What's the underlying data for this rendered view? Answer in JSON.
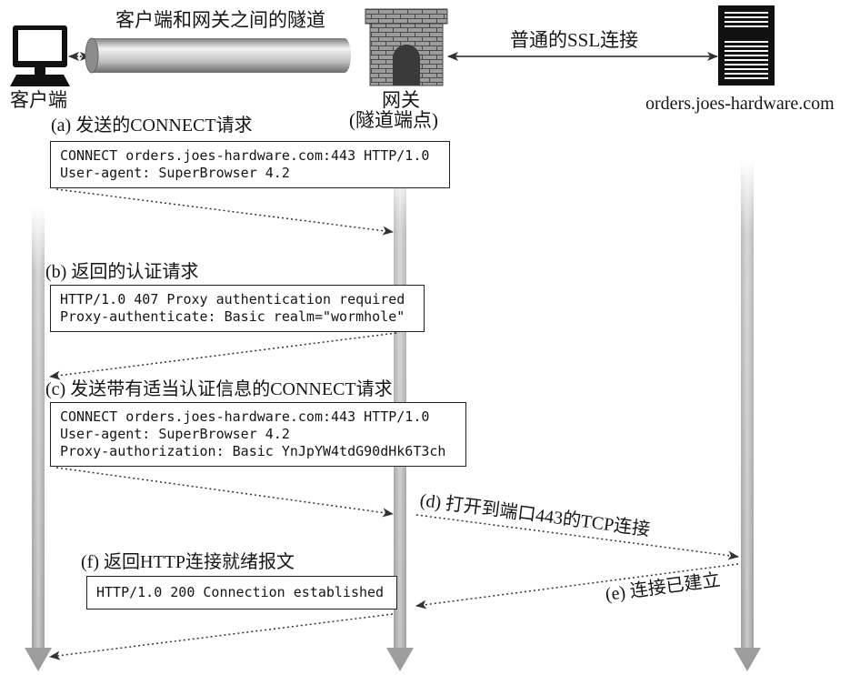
{
  "header": {
    "tunnel_label": "客户端和网关之间的隧道",
    "ssl_label": "普通的SSL连接",
    "client_label": "客户端",
    "gateway_label": "网关",
    "gateway_sublabel": "(隧道端点)",
    "server_label": "orders.joes-hardware.com"
  },
  "steps": {
    "a": {
      "label": "(a) 发送的CONNECT请求",
      "lines": [
        "CONNECT orders.joes-hardware.com:443 HTTP/1.0",
        "User-agent: SuperBrowser 4.2"
      ]
    },
    "b": {
      "label": "(b) 返回的认证请求",
      "lines": [
        "HTTP/1.0 407 Proxy authentication required",
        "Proxy-authenticate: Basic realm=\"wormhole\""
      ]
    },
    "c": {
      "label": "(c) 发送带有适当认证信息的CONNECT请求",
      "lines": [
        "CONNECT orders.joes-hardware.com:443 HTTP/1.0",
        "User-agent: SuperBrowser 4.2",
        "Proxy-authorization: Basic YnJpYW4tdG90dHk6T3ch"
      ]
    },
    "d": {
      "label": "(d) 打开到端口443的TCP连接"
    },
    "e": {
      "label": "(e) 连接已建立"
    },
    "f": {
      "label": "(f) 返回HTTP连接就绪报文",
      "lines": [
        "HTTP/1.0 200 Connection established"
      ]
    }
  },
  "colors": {
    "lifeline": "#b0b0b0",
    "arrow": "#333333",
    "tube": "#c8c8c8",
    "icon": "#111111"
  },
  "icons": {
    "client": "computer-icon",
    "gateway": "brick-gateway-icon",
    "server": "server-tower-icon"
  }
}
